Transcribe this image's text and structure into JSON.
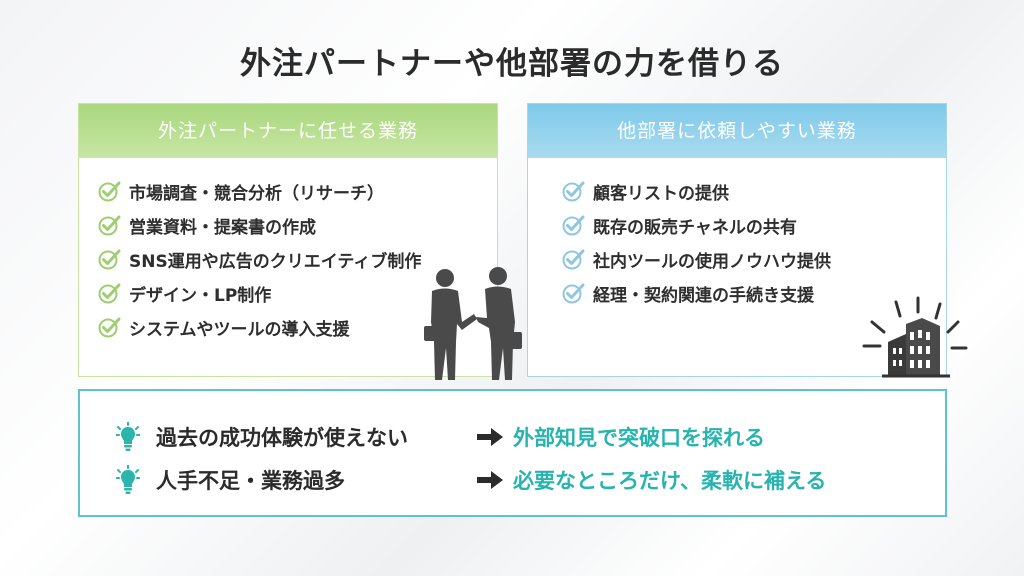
{
  "title": "外注パートナーや他部署の力を借りる",
  "left_panel": {
    "heading": "外注パートナーに任せる業務",
    "items": [
      "市場調査・競合分析（リサーチ）",
      "営業資料・提案書の作成",
      "SNS運用や広告のクリエイティブ制作",
      "デザイン・LP制作",
      "システムやツールの導入支援"
    ]
  },
  "right_panel": {
    "heading": "他部署に依頼しやすい業務",
    "items": [
      "顧客リストの提供",
      "既存の販売チャネルの共有",
      "社内ツールの使用ノウハウ提供",
      "経理・契約関連の手続き支援"
    ]
  },
  "benefits": [
    {
      "problem": "過去の成功体験が使えない",
      "solution": "外部知見で突破口を探れる"
    },
    {
      "problem": "人手不足・業務過多",
      "solution": "必要なところだけ、柔軟に補える"
    }
  ],
  "colors": {
    "left_accent": "#a9d77e",
    "right_accent": "#7ec9ea",
    "bottom_border": "#5cc3cf",
    "solution_text": "#27b3ae",
    "bulb": "#2bb5ad"
  },
  "icons": [
    "check-icon",
    "handshake-illustration",
    "building-illustration",
    "lightbulb-icon",
    "right-arrow-icon"
  ]
}
